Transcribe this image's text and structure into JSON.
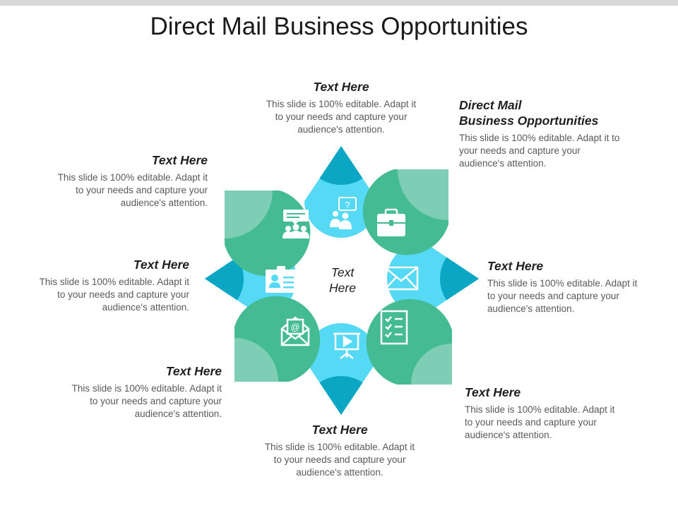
{
  "title": "Direct Mail Business Opportunities",
  "center": {
    "line1": "Text",
    "line2": "Here"
  },
  "colors": {
    "light": "#55d9f5",
    "dark_tip": "#0aa6c4",
    "green": "#45bb94",
    "green_tip": "#7dceb5",
    "icon": "#ffffff"
  },
  "blocks": {
    "top": {
      "heading": "Text Here",
      "desc": [
        "This slide is 100% editable. Adapt it",
        "to your needs and capture your",
        "audience's attention."
      ]
    },
    "top_right": {
      "heading": [
        "Direct Mail",
        "Business Opportunities"
      ],
      "desc": [
        "This slide is 100% editable. Adapt it to",
        "your needs and capture your",
        "audience's attention."
      ]
    },
    "right": {
      "heading": "Text Here",
      "desc": [
        "This slide is 100% editable. Adapt it",
        "to your needs and capture your",
        "audience's attention."
      ]
    },
    "bottom_right": {
      "heading": "Text Here",
      "desc": [
        "This slide is 100% editable. Adapt it",
        "to your needs and capture your",
        "audience's attention."
      ]
    },
    "bottom": {
      "heading": "Text Here",
      "desc": [
        "This slide is 100% editable. Adapt it",
        "to your needs and capture your",
        "audience's attention."
      ]
    },
    "bottom_left": {
      "heading": "Text Here",
      "desc": [
        "This slide is 100% editable. Adapt it",
        "to your needs and capture your",
        "audience's attention."
      ]
    },
    "left": {
      "heading": "Text Here",
      "desc": [
        "This slide is 100% editable. Adapt it",
        "to your needs and capture your",
        "audience's attention."
      ]
    },
    "top_left": {
      "heading": "Text Here",
      "desc": [
        "This slide is 100% editable. Adapt it",
        "to your needs and capture your",
        "audience's attention."
      ]
    }
  },
  "icons": {
    "top": "people-question-icon",
    "top_right": "briefcase-icon",
    "right": "envelope-icon",
    "bottom_right": "checklist-icon",
    "bottom": "presentation-board-icon",
    "bottom_left": "email-at-icon",
    "left": "id-card-icon",
    "top_left": "team-chat-icon"
  }
}
